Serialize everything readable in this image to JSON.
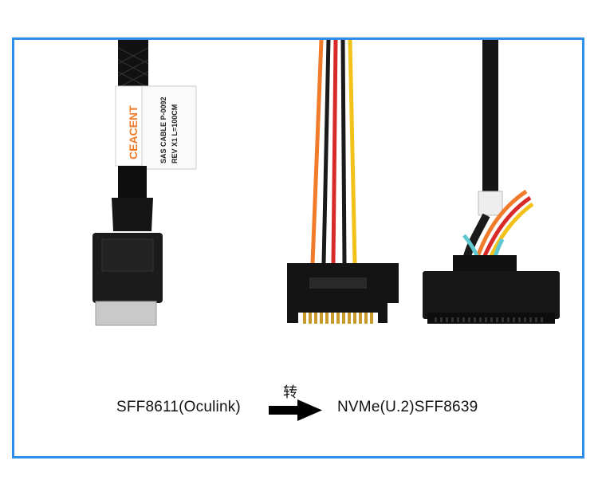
{
  "label": {
    "brand": "CEACENT",
    "line1": "SAS CABLE P-0092",
    "line2": "REV X1  L=100CM"
  },
  "caption": {
    "left": "SFF8611(Oculink)",
    "middle": "转",
    "right": "NVMe(U.2)SFF8639"
  },
  "colors": {
    "frame": "#2f8fe8",
    "wire_red": "#d92a2a",
    "wire_orange": "#f07b2a",
    "wire_yellow": "#f2c21a",
    "wire_black": "#1a1a1a",
    "wire_cyan": "#5fc8d0"
  }
}
